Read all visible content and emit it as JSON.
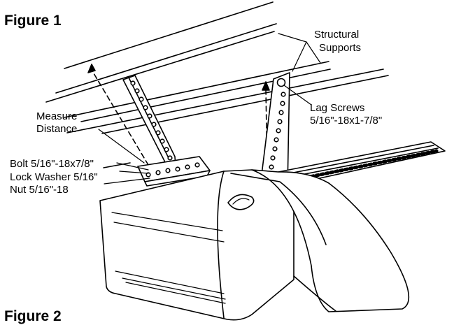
{
  "figure_title": "Figure 1",
  "next_figure_title": "Figure 2",
  "labels": {
    "structural_line1": "Structural",
    "structural_line2": "Supports",
    "measure_line1": "Measure",
    "measure_line2": "Distance",
    "lag_line1": "Lag Screws",
    "lag_line2": "5/16\"-18x1-7/8\"",
    "bolt": "Bolt 5/16\"-18x7/8\"",
    "washer": "Lock Washer 5/16\"",
    "nut": "Nut 5/16\"-18"
  }
}
